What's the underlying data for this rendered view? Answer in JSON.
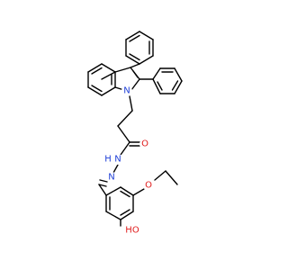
{
  "atoms": {
    "n_indole": {
      "text": "N",
      "color": "#1f3fd6"
    },
    "o_carbonyl": {
      "text": "O",
      "color": "#e01b1b"
    },
    "n_amide": {
      "text": "N",
      "color": "#1f3fd6"
    },
    "h_amide": {
      "text": "H",
      "color": "#1f3fd6"
    },
    "n_imine": {
      "text": "N",
      "color": "#1f3fd6"
    },
    "o_ethoxy": {
      "text": "O",
      "color": "#e01b1b"
    },
    "hydroxyl": {
      "text": "HO",
      "color": "#e01b1b"
    }
  }
}
